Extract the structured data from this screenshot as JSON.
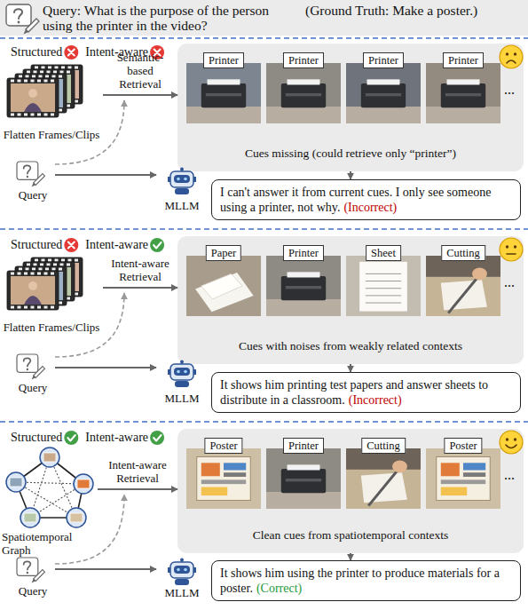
{
  "diagram": {
    "nodes": [
      {
        "text": [
          "Query: What is the purpose of the person using the printer in the video?",
          "(Ground Truth: Make a poster.)"
        ]
      },
      {
        "text": [
          "Flatten Frames/Clips"
        ]
      },
      {
        "text": [
          "Cues missing (could retrieve only “printer”)"
        ]
      },
      {
        "text": [
          "Printer"
        ],
        "in": 2
      },
      {
        "text": [
          "Printer"
        ],
        "in": 2
      },
      {
        "text": [
          "Printer"
        ],
        "in": 2
      },
      {
        "text": [
          "Printer"
        ],
        "in": 2
      },
      {
        "text": [
          "Query"
        ]
      },
      {
        "text": [
          "MLLM"
        ]
      },
      {
        "text": [
          "I can't answer it from current cues. I only see someone using a printer, not why.",
          "(Incorrect)"
        ]
      },
      {
        "text": [
          "Flatten Frames/Clips"
        ]
      },
      {
        "text": [
          "Cues with noises from weakly related contexts"
        ]
      },
      {
        "text": [
          "Paper"
        ],
        "in": 11
      },
      {
        "text": [
          "Printer"
        ],
        "in": 11
      },
      {
        "text": [
          "Sheet"
        ],
        "in": 11
      },
      {
        "text": [
          "Cutting"
        ],
        "in": 11
      },
      {
        "text": [
          "Query"
        ]
      },
      {
        "text": [
          "MLLM"
        ]
      },
      {
        "text": [
          "It shows him printing test papers and answer sheets to distribute in a classroom.",
          "(Incorrect)"
        ]
      },
      {
        "text": [
          "Spatiotemporal Graph"
        ]
      },
      {
        "text": [
          "Clean cues from spatiotemporal contexts"
        ]
      },
      {
        "text": [
          "Poster"
        ],
        "in": 20
      },
      {
        "text": [
          "Printer"
        ],
        "in": 20
      },
      {
        "text": [
          "Cutting"
        ],
        "in": 20
      },
      {
        "text": [
          "Poster"
        ],
        "in": 20
      },
      {
        "text": [
          "Query"
        ]
      },
      {
        "text": [
          "MLLM"
        ]
      },
      {
        "text": [
          "It shows him using the printer to produce materials for a poster.",
          "(Correct)"
        ]
      }
    ],
    "edges": [
      {
        "from": 1,
        "to": 2,
        "label": "Semantic-based Retrieval",
        "arrow": "to"
      },
      {
        "from": 7,
        "to": 8,
        "arrow": "to"
      },
      {
        "from": 2,
        "to": 9,
        "arrow": "to"
      },
      {
        "from": 10,
        "to": 11,
        "label": "Intent-aware Retrieval",
        "arrow": "to"
      },
      {
        "from": 16,
        "to": 17,
        "arrow": "to"
      },
      {
        "from": 11,
        "to": 18,
        "arrow": "to"
      },
      {
        "from": 19,
        "to": 20,
        "label": "Intent-aware Retrieval",
        "arrow": "to"
      },
      {
        "from": 25,
        "to": 26,
        "arrow": "to"
      },
      {
        "from": 20,
        "to": 27,
        "arrow": "to"
      }
    ],
    "labels": [
      "Structured",
      "Intent-aware",
      "...",
      "Structured",
      "Intent-aware",
      "...",
      "Structured",
      "Intent-aware",
      "..."
    ]
  }
}
